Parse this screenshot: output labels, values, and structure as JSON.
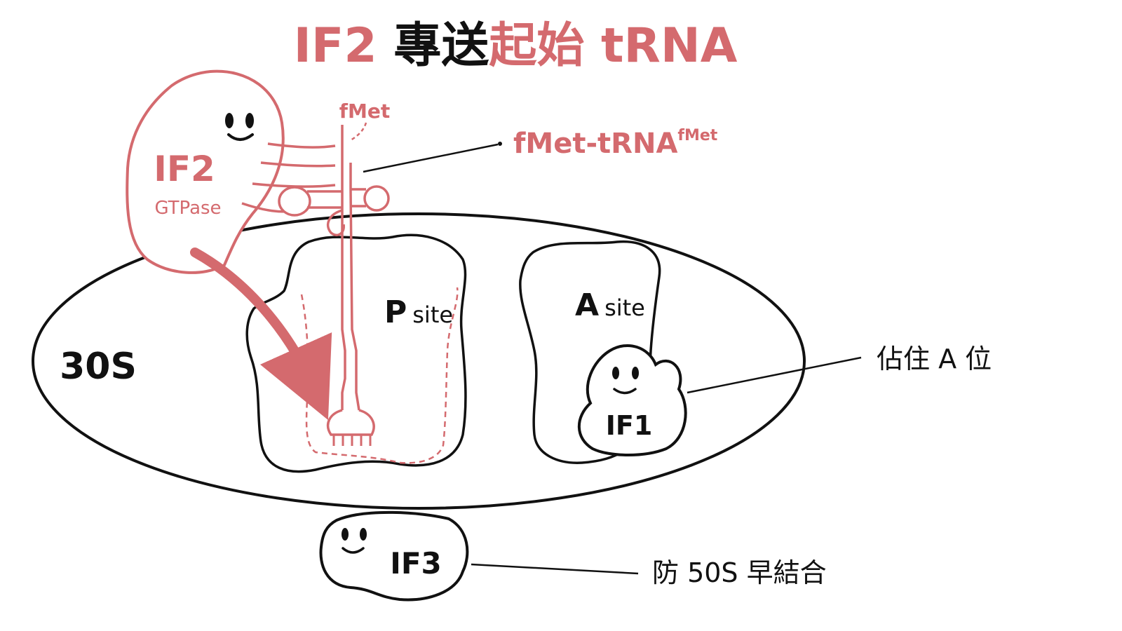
{
  "title": {
    "part1": "IF2 ",
    "part2": "專送",
    "part3": "起始 tRNA"
  },
  "labels": {
    "if2": "IF2",
    "gtpase": "GTPase",
    "fmet": "fMet",
    "trna_main": "fMet-tRNA",
    "trna_sup": "fMet",
    "p_site_letter": "P",
    "p_site_word": "site",
    "a_site_letter": "A",
    "a_site_word": "site",
    "subunit": "30S",
    "if1": "IF1",
    "if3": "IF3",
    "if1_note": "佔住 A 位",
    "if3_note": "防 50S 早結合"
  },
  "colors": {
    "accent": "#d46a6e",
    "ink": "#111111",
    "background": "#ffffff"
  }
}
